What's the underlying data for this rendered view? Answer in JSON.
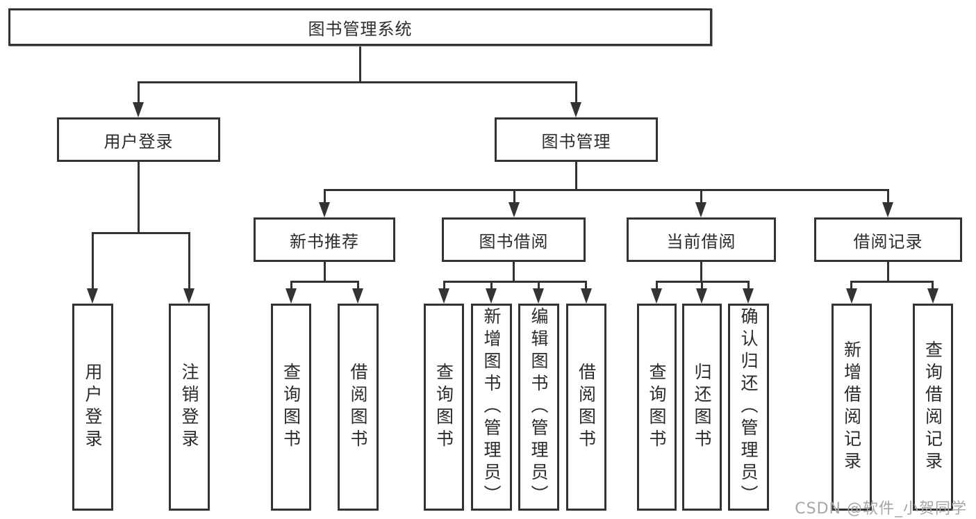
{
  "diagram_title": "图书管理系统",
  "tree": {
    "root": {
      "label": "图书管理系统"
    },
    "branches": [
      {
        "label": "用户登录",
        "leaves": [
          {
            "label": "用户登录"
          },
          {
            "label": "注销登录"
          }
        ]
      },
      {
        "label": "图书管理",
        "groups": [
          {
            "label": "新书推荐",
            "leaves": [
              {
                "label": "查询图书"
              },
              {
                "label": "借阅图书"
              }
            ]
          },
          {
            "label": "图书借阅",
            "leaves": [
              {
                "label": "查询图书"
              },
              {
                "label": "新增图书（管理员）"
              },
              {
                "label": "编辑图书（管理员）"
              },
              {
                "label": "借阅图书"
              }
            ]
          },
          {
            "label": "当前借阅",
            "leaves": [
              {
                "label": "查询图书"
              },
              {
                "label": "归还图书"
              },
              {
                "label": "确认归还（管理员）"
              }
            ]
          },
          {
            "label": "借阅记录",
            "leaves": [
              {
                "label": "新增借阅记录"
              },
              {
                "label": "查询借阅记录"
              }
            ]
          }
        ]
      }
    ]
  },
  "watermark": "CSDN @软件_小贺同学",
  "colors": {
    "line": "#333333",
    "box_background": "#ffffff",
    "text": "#2b2b2b",
    "watermark": "#a6a6a6",
    "page_background": "#ffffff"
  }
}
